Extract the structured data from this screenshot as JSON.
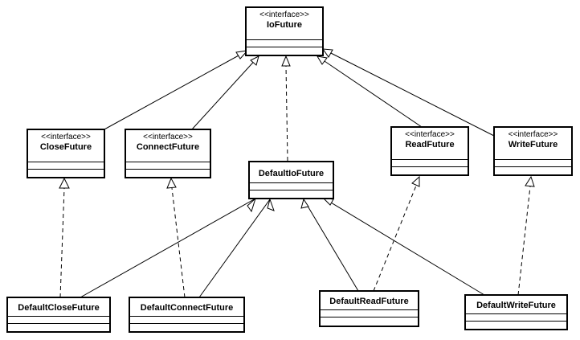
{
  "classes": {
    "iofuture": {
      "stereotype": "<<interface>>",
      "name": "IoFuture"
    },
    "closefuture": {
      "stereotype": "<<interface>>",
      "name": "CloseFuture"
    },
    "connectfuture": {
      "stereotype": "<<interface>>",
      "name": "ConnectFuture"
    },
    "defaultiofuture": {
      "name": "DefaultIoFuture"
    },
    "readfuture": {
      "stereotype": "<<interface>>",
      "name": "ReadFuture"
    },
    "writefuture": {
      "stereotype": "<<interface>>",
      "name": "WriteFuture"
    },
    "defaultclosefuture": {
      "name": "DefaultCloseFuture"
    },
    "defaultconnectfuture": {
      "name": "DefaultConnectFuture"
    },
    "defaultreadfuture": {
      "name": "DefaultReadFuture"
    },
    "defaultwritefuture": {
      "name": "DefaultWriteFuture"
    }
  }
}
